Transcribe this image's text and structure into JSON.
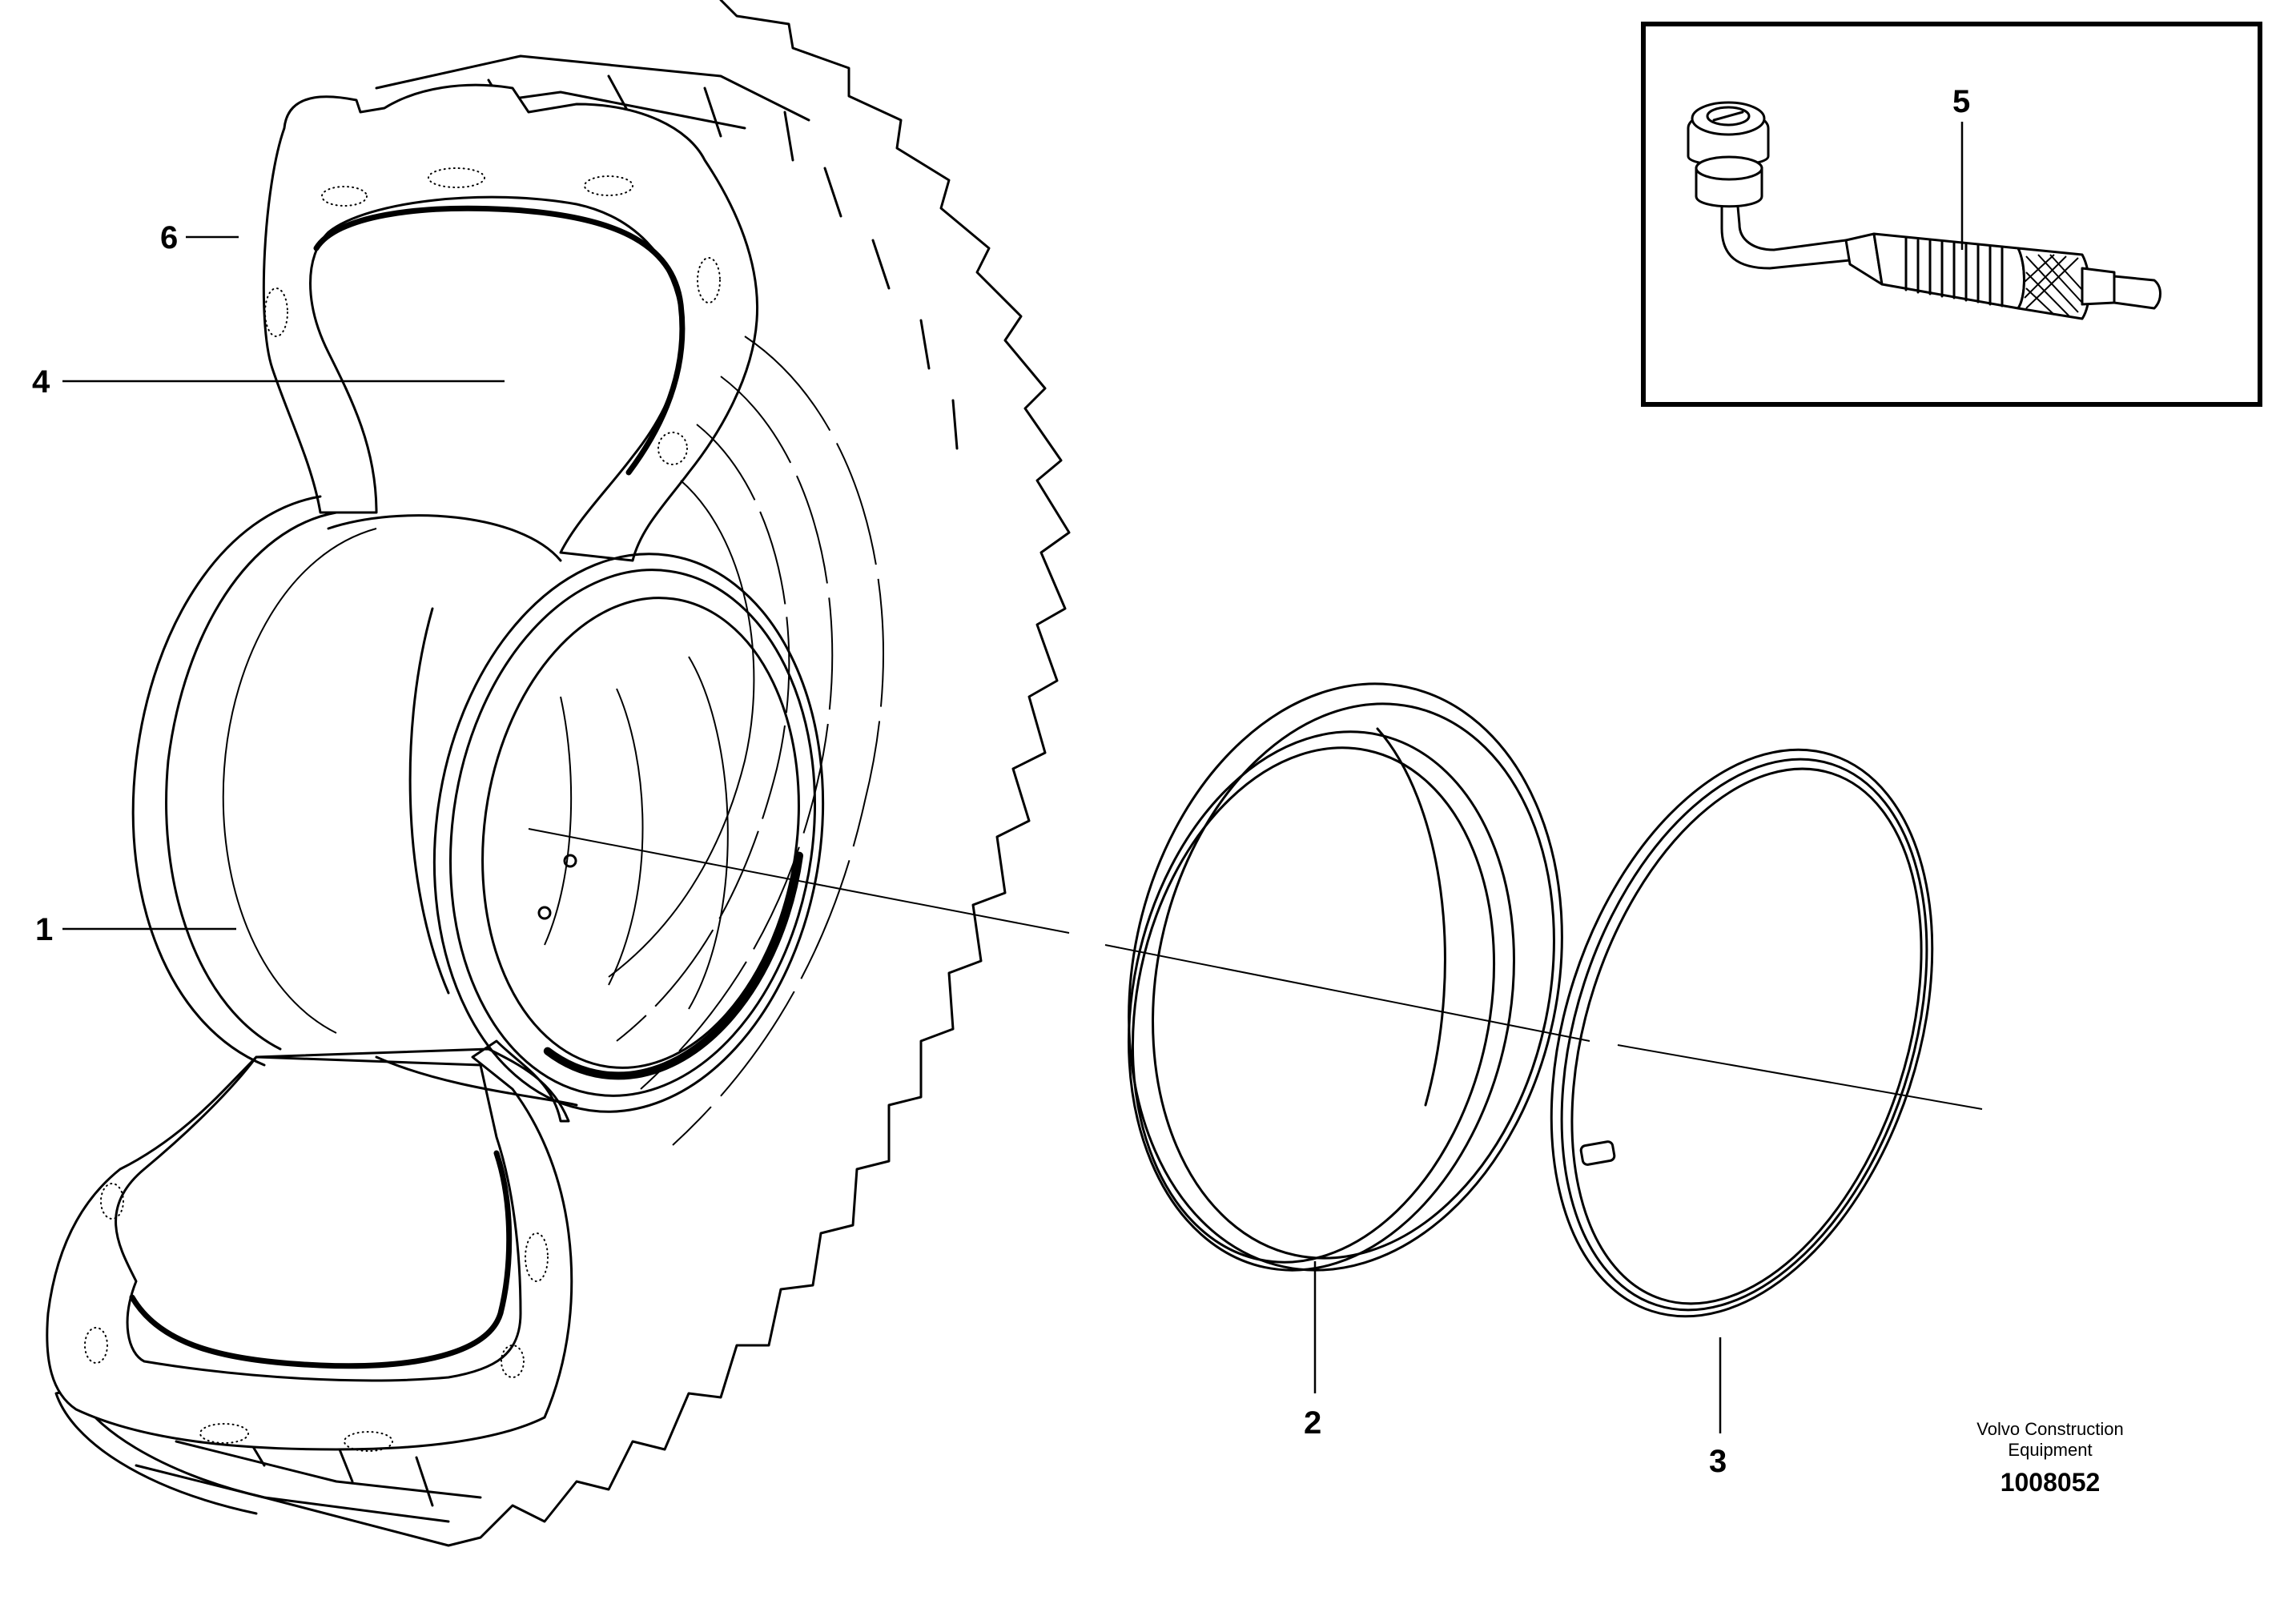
{
  "callouts": {
    "c1": "1",
    "c2": "2",
    "c3": "3",
    "c4": "4",
    "c5": "5",
    "c6": "6"
  },
  "footer": {
    "brand_line1": "Volvo Construction",
    "brand_line2": "Equipment",
    "document_number": "1008052"
  },
  "parts": [
    {
      "callout": "1",
      "icon": "wheel-rim-icon"
    },
    {
      "callout": "2",
      "icon": "rim-flange-ring-icon"
    },
    {
      "callout": "3",
      "icon": "lock-ring-icon"
    },
    {
      "callout": "4",
      "icon": "o-ring-seal-icon"
    },
    {
      "callout": "5",
      "icon": "tire-valve-icon"
    },
    {
      "callout": "6",
      "icon": "tire-icon"
    }
  ]
}
